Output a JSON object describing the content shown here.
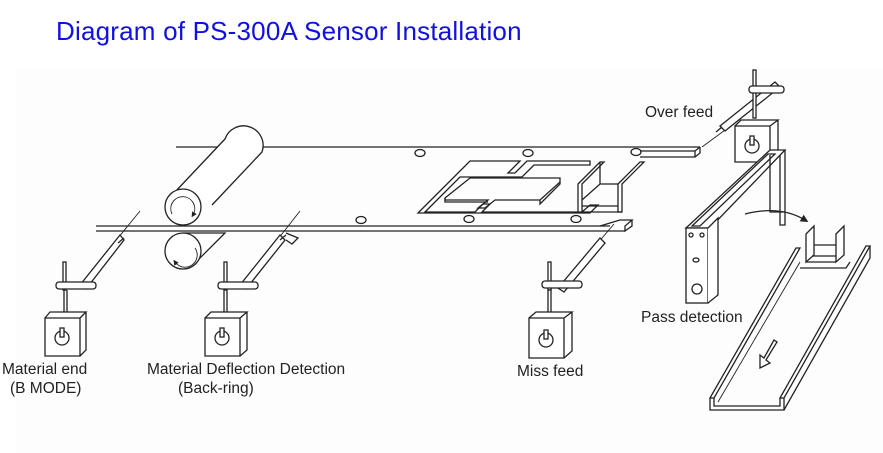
{
  "title": "Diagram of PS-300A Sensor Installation",
  "title_color": "#1010e0",
  "labels": {
    "material_end": "Material end",
    "material_end_mode": "(B MODE)",
    "material_deflection": "Material Deflection Detection",
    "material_deflection_sub": "(Back-ring)",
    "miss_feed": "Miss feed",
    "over_feed": "Over feed",
    "pass_detection": "Pass detection"
  },
  "components": {
    "rollers": [
      "upper-feed-roller",
      "lower-feed-roller"
    ],
    "sensors": [
      "material-end-sensor",
      "material-deflection-sensor",
      "miss-feed-sensor",
      "over-feed-sensor",
      "pass-detection-sensor"
    ],
    "icons": [
      "power-switch-icon",
      "rotation-arrow-icon",
      "flow-arrow-icon",
      "chute-arrow-icon"
    ]
  }
}
